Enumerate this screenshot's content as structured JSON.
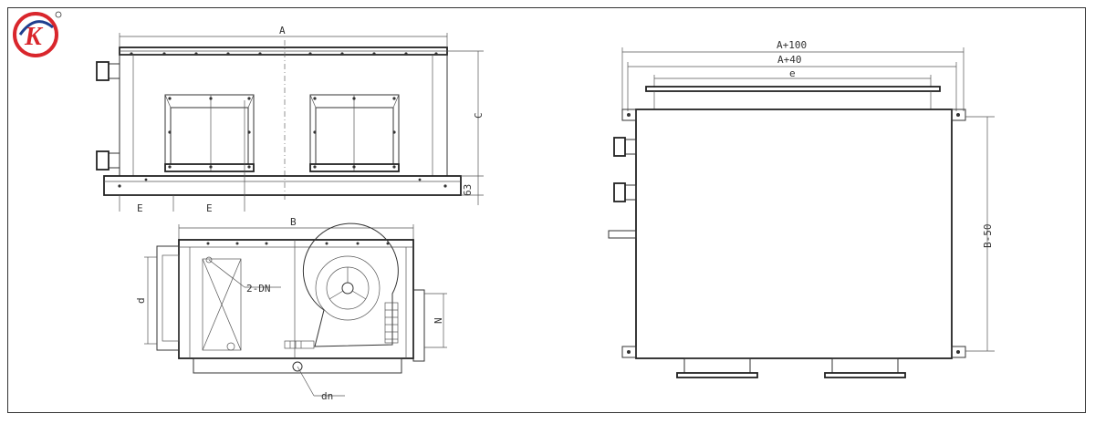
{
  "dimensions": {
    "A": "A",
    "C": "C",
    "dim_63": "63",
    "E1": "E",
    "E2": "E",
    "B": "B",
    "d": "d",
    "N": "N",
    "two_dn": "2-DN",
    "dn": "dn",
    "A_plus_100": "A+100",
    "A_plus_40": "A+40",
    "e": "e",
    "B_minus_50": "B-50"
  },
  "colors": {
    "line": "#333333",
    "logo_red": "#d9262c",
    "logo_blue": "#1f3f8f"
  }
}
